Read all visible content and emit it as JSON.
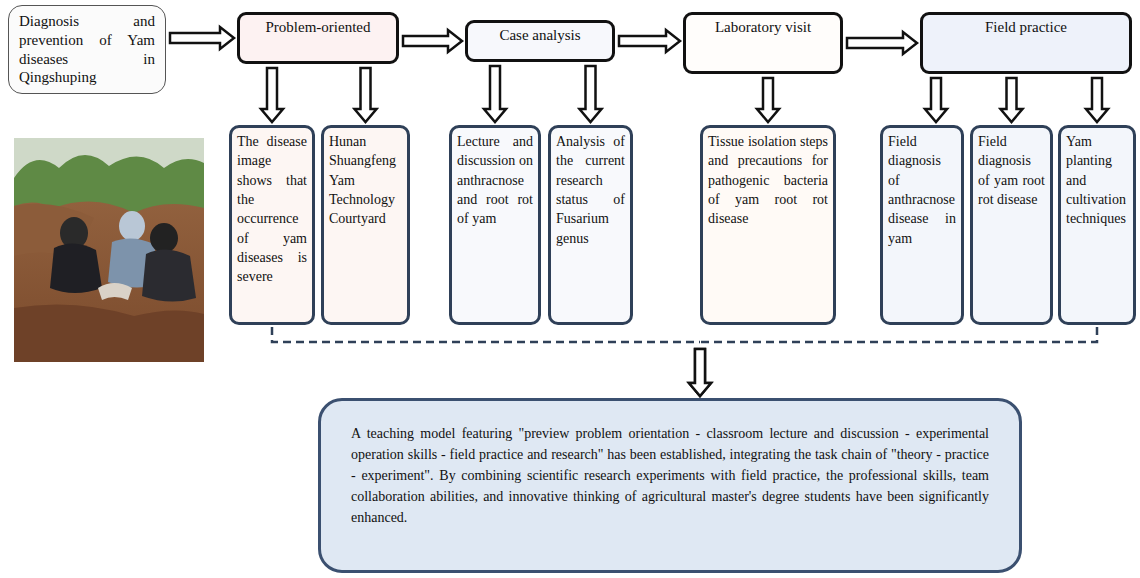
{
  "diagram": {
    "nodes": [
      {
        "text": [
          "Diagnosis and prevention of Yam diseases in Qingshuping"
        ]
      },
      {
        "text": [
          "Problem-oriented"
        ]
      },
      {
        "text": [
          "Case analysis"
        ]
      },
      {
        "text": [
          "Laboratory visit"
        ]
      },
      {
        "text": [
          "Field practice"
        ]
      },
      {
        "text": [
          "The disease image shows that the occurrence of yam diseases is severe"
        ]
      },
      {
        "text": [
          "Hunan Shuangfeng Yam Technology Courtyard"
        ]
      },
      {
        "text": [
          "Lecture and discussion on anthracnose and root rot of yam"
        ]
      },
      {
        "text": [
          "Analysis of the current research status of Fusarium genus"
        ]
      },
      {
        "text": [
          "Tissue isolation steps and precautions for pathogenic bacteria of yam root rot disease"
        ]
      },
      {
        "text": [
          "Field diagnosis of anthracnose disease in yam"
        ]
      },
      {
        "text": [
          "Field diagnosis of yam root rot disease"
        ]
      },
      {
        "text": [
          "Yam planting and cultivation techniques"
        ]
      },
      {
        "text": [
          "A teaching model featuring \"preview problem orientation - classroom lecture and discussion - experimental operation skills - field practice and research\" has been established, integrating the task chain of \"theory - practice - experiment\". By combining scientific research experiments with field practice, the professional skills, team collaboration abilities, and innovative thinking of agricultural master's degree students have been significantly enhanced."
        ]
      }
    ],
    "edges": [
      {
        "from": 0,
        "to": 1,
        "arrow": "to"
      },
      {
        "from": 1,
        "to": 2,
        "arrow": "to"
      },
      {
        "from": 2,
        "to": 3,
        "arrow": "to"
      },
      {
        "from": 3,
        "to": 4,
        "arrow": "to"
      },
      {
        "from": 1,
        "to": 5,
        "arrow": "to"
      },
      {
        "from": 1,
        "to": 6,
        "arrow": "to"
      },
      {
        "from": 2,
        "to": 7,
        "arrow": "to"
      },
      {
        "from": 2,
        "to": 8,
        "arrow": "to"
      },
      {
        "from": 3,
        "to": 9,
        "arrow": "to"
      },
      {
        "from": 4,
        "to": 10,
        "arrow": "to"
      },
      {
        "from": 4,
        "to": 11,
        "arrow": "to"
      },
      {
        "from": 4,
        "to": 12,
        "arrow": "to"
      },
      {
        "from": 5,
        "to": 13,
        "arrow": "to"
      },
      {
        "from": 12,
        "to": 13,
        "arrow": "to"
      }
    ]
  }
}
